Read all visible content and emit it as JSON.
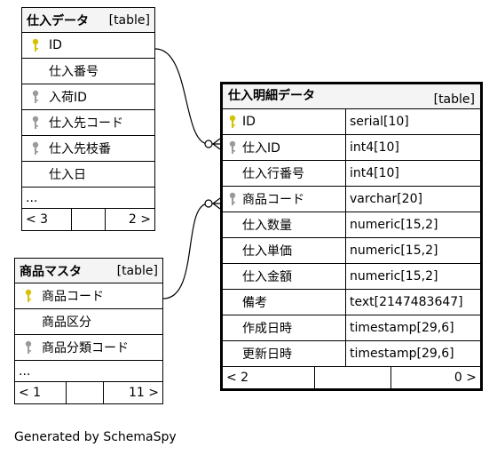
{
  "tables": {
    "shiire": {
      "name": "仕入データ",
      "tag": "[table]",
      "columns": [
        "ID",
        "仕入番号",
        "入荷ID",
        "仕入先コード",
        "仕入先枝番",
        "仕入日"
      ],
      "more": "...",
      "nav": {
        "left": "< 3",
        "right": "2 >"
      }
    },
    "shohin": {
      "name": "商品マスタ",
      "tag": "[table]",
      "columns": [
        "商品コード",
        "商品区分",
        "商品分類コード"
      ],
      "more": "...",
      "nav": {
        "left": "< 1",
        "right": "11 >"
      }
    },
    "meisai": {
      "name": "仕入明細データ",
      "tag": "[table]",
      "columns": [
        {
          "name": "ID",
          "type": "serial[10]"
        },
        {
          "name": "仕入ID",
          "type": "int4[10]"
        },
        {
          "name": "仕入行番号",
          "type": "int4[10]"
        },
        {
          "name": "商品コード",
          "type": "varchar[20]"
        },
        {
          "name": "仕入数量",
          "type": "numeric[15,2]"
        },
        {
          "name": "仕入単価",
          "type": "numeric[15,2]"
        },
        {
          "name": "仕入金額",
          "type": "numeric[15,2]"
        },
        {
          "name": "備考",
          "type": "text[2147483647]"
        },
        {
          "name": "作成日時",
          "type": "timestamp[29,6]"
        },
        {
          "name": "更新日時",
          "type": "timestamp[29,6]"
        }
      ],
      "nav": {
        "left": "< 2",
        "right": "0 >"
      }
    }
  },
  "keys": {
    "primary_color": "#d4c200",
    "foreign_color": "#9a9a9a"
  },
  "footer": "Generated by SchemaSpy"
}
